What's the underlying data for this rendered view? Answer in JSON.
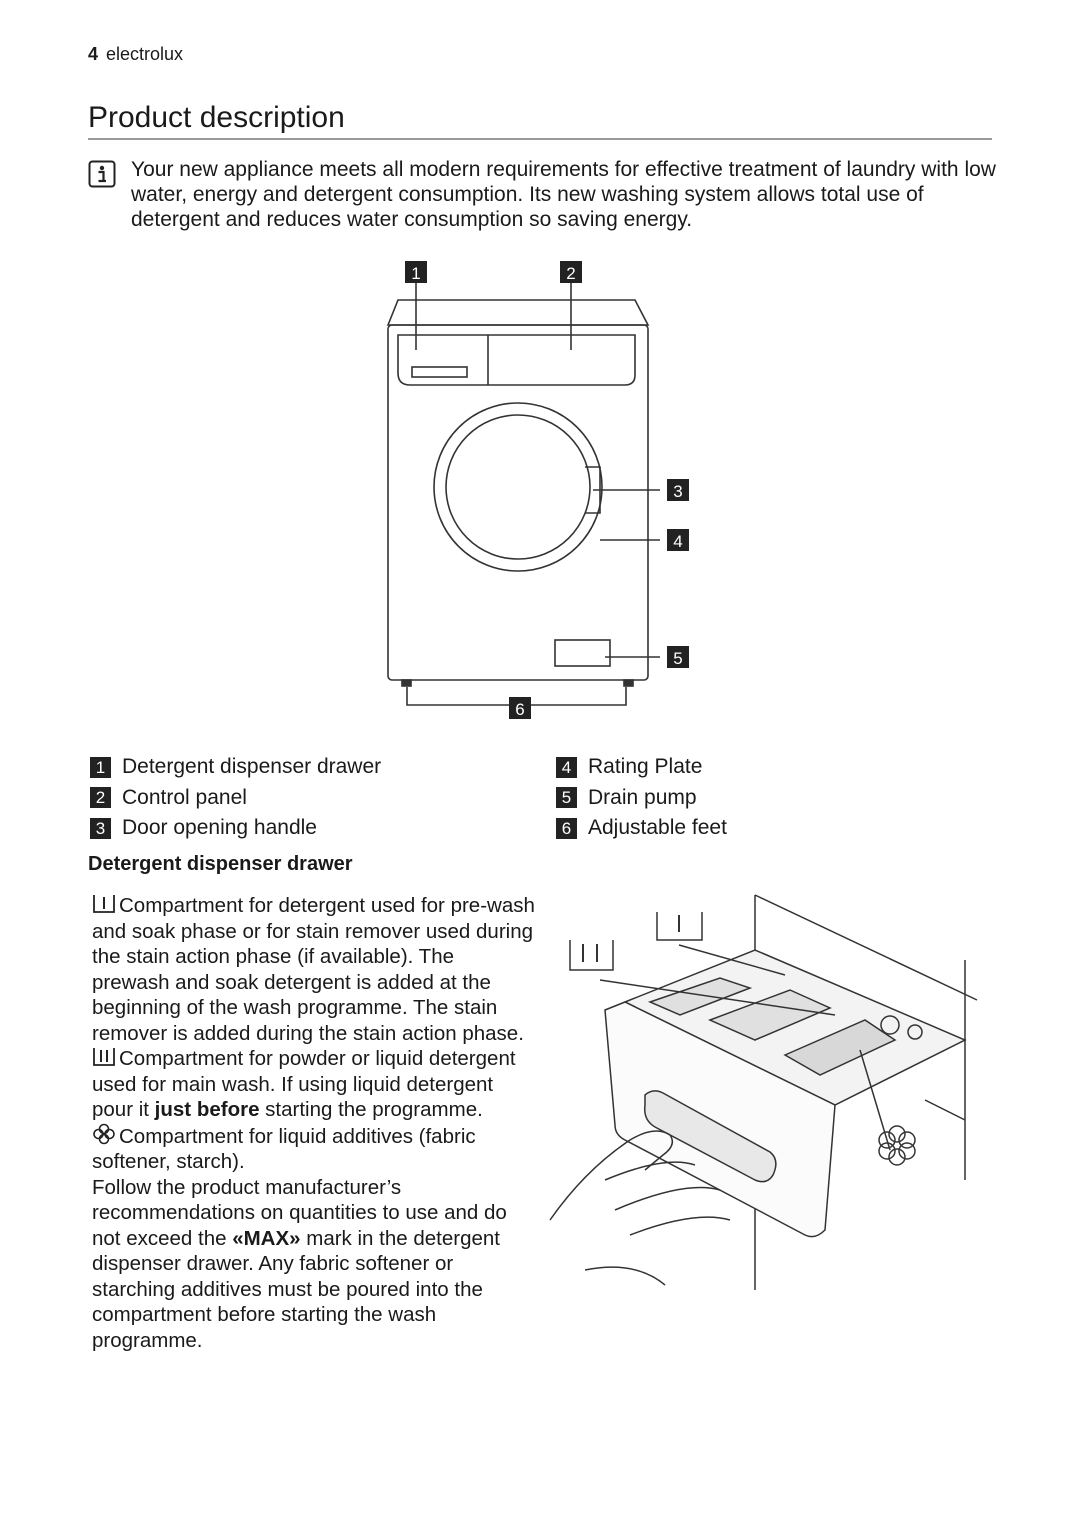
{
  "header": {
    "page_number": "4",
    "brand": "electrolux"
  },
  "title": "Product description",
  "intro": "Your new appliance meets all modern requirements for effective treatment of laundry with low water, energy and detergent consumption. Its new washing system allows total use of detergent and reduces water consumption so saving energy.",
  "figure": {
    "callouts": [
      "1",
      "2",
      "3",
      "4",
      "5",
      "6"
    ]
  },
  "legend": {
    "left": [
      {
        "num": "1",
        "label": "Detergent dispenser drawer"
      },
      {
        "num": "2",
        "label": "Control panel"
      },
      {
        "num": "3",
        "label": "Door opening handle"
      }
    ],
    "right": [
      {
        "num": "4",
        "label": "Rating Plate"
      },
      {
        "num": "5",
        "label": "Drain pump"
      },
      {
        "num": "6",
        "label": "Adjustable feet"
      }
    ]
  },
  "section": {
    "heading": "Detergent dispenser drawer",
    "prewash_text": "Compartment for detergent used for pre-wash and soak phase or for stain remover used during the stain action phase (if available). The prewash and soak detergent is added at the beginning of the wash programme. The stain remover is added during the stain action phase.",
    "mainwash_before": "Compartment for powder or liquid detergent used for main wash. If using liquid detergent pour it ",
    "mainwash_bold": "just before",
    "mainwash_after": " starting the programme.",
    "additive_text": "Compartment for liquid additives (fabric softener, starch).",
    "follow_before": "Follow the product manufacturer’s recommendations on quantities to use and do not exceed the ",
    "follow_bold": "«MAX»",
    "follow_after": " mark in the detergent dispenser drawer. Any fabric softener or starching additives must be poured into the compartment before starting the wash programme."
  },
  "drawer_figure": {
    "label_prewash": "I",
    "label_mainwash": "II"
  }
}
